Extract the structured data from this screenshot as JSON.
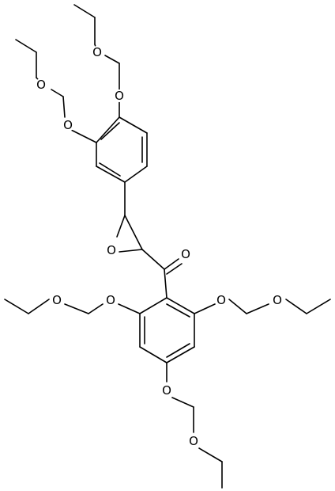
{
  "atoms": {
    "O1": {
      "label": "O"
    },
    "O2": {
      "label": "O"
    },
    "O3": {
      "label": "O"
    },
    "O4": {
      "label": "O"
    },
    "O5": {
      "label": "O"
    },
    "O6": {
      "label": "O"
    },
    "O7": {
      "label": "O"
    },
    "O8": {
      "label": "O"
    },
    "O9": {
      "label": "O"
    },
    "O10": {
      "label": "O"
    },
    "O11": {
      "label": "O"
    },
    "O12": {
      "label": "O"
    }
  }
}
